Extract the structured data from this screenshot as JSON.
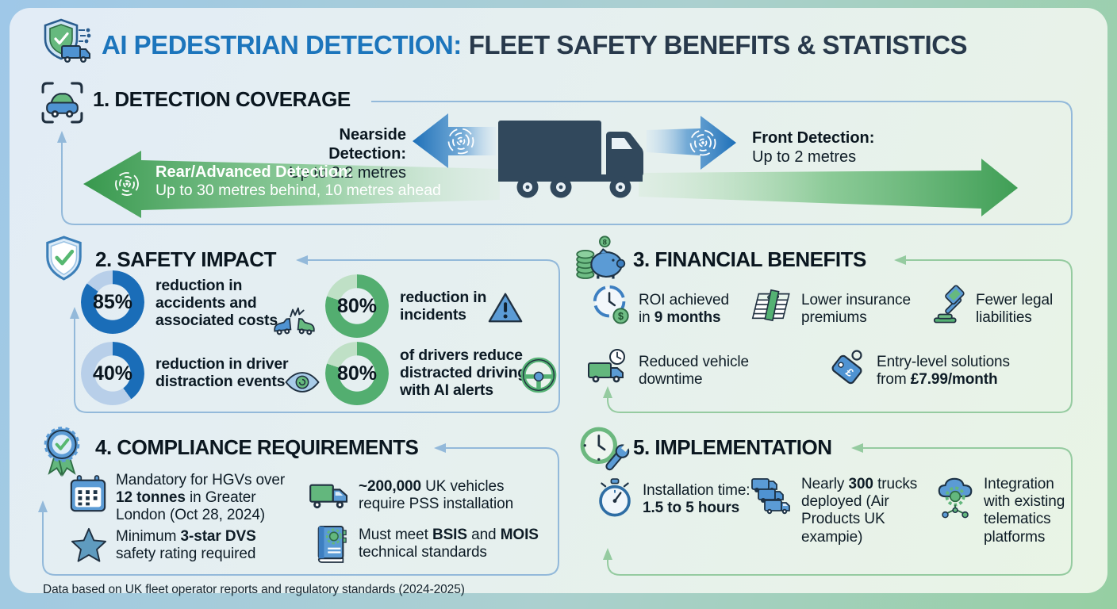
{
  "colors": {
    "accent_blue": "#1c75bc",
    "dark_navy": "#28394b",
    "truck_silhouette": "#31485c",
    "arrow_blue": "#1d6fb8",
    "arrow_green": "#3f9e55",
    "connector_blue": "#93b9da",
    "connector_green": "#95cba0"
  },
  "header": {
    "title_blue": "AI PEDESTRIAN DETECTION:",
    "title_dark": "FLEET SAFETY BENEFITS & STATISTICS"
  },
  "detection": {
    "title": "1. DETECTION COVERAGE",
    "nearside_label": "Nearside Detection:",
    "nearside_value": "Up to 2.2 metres",
    "front_label": "Front Detection:",
    "front_value": "Up to 2 metres",
    "rear_label": "Rear/Advanced Detection:",
    "rear_value": "Up to 30 metres behind, 10 metres ahead"
  },
  "safety": {
    "title": "2. SAFETY IMPACT",
    "stats": [
      {
        "value": "85%",
        "percent": 85,
        "ring_color": "#1a6db8",
        "track_color": "#b8cfe9",
        "text": "reduction in accidents and associated costs",
        "icon": "car-crash-icon"
      },
      {
        "value": "80%",
        "percent": 80,
        "ring_color": "#53ae70",
        "track_color": "#bfe0c6",
        "text": "reduction in incidents",
        "icon": "warning-icon"
      },
      {
        "value": "40%",
        "percent": 40,
        "ring_color": "#1a6db8",
        "track_color": "#b8cfe9",
        "text": "reduction in driver distraction events",
        "icon": "eye-icon"
      },
      {
        "value": "80%",
        "percent": 80,
        "ring_color": "#53ae70",
        "track_color": "#bfe0c6",
        "text": "of drivers reduce distracted driving with AI alerts",
        "icon": "steering-wheel-icon"
      }
    ]
  },
  "financial": {
    "title": "3. FINANCIAL BENEFITS",
    "items": [
      {
        "icon": "roi-clock-icon",
        "segments": [
          {
            "t": "ROI achieved in ",
            "b": false
          },
          {
            "t": "9 months",
            "b": true
          }
        ]
      },
      {
        "icon": "cash-stack-icon",
        "segments": [
          {
            "t": "Lower insurance premiums",
            "b": false
          }
        ]
      },
      {
        "icon": "gavel-icon",
        "segments": [
          {
            "t": "Fewer legal liabilities",
            "b": false
          }
        ]
      },
      {
        "icon": "truck-clock-icon",
        "segments": [
          {
            "t": "Reduced vehicle downtime",
            "b": false
          }
        ]
      },
      {
        "icon": "price-tag-icon",
        "segments": [
          {
            "t": "Entry-level solutions from ",
            "b": false
          },
          {
            "t": "£7.99/month",
            "b": true
          }
        ]
      }
    ]
  },
  "compliance": {
    "title": "4. COMPLIANCE REQUIREMENTS",
    "items": [
      {
        "icon": "calendar-icon",
        "segments": [
          {
            "t": "Mandatory for HGVs over ",
            "b": false
          },
          {
            "t": "12 tonnes",
            "b": true
          },
          {
            "t": " in Greater London (Oct 28, 2024)",
            "b": false
          }
        ]
      },
      {
        "icon": "truck-icon",
        "segments": [
          {
            "t": "~200,000",
            "b": true
          },
          {
            "t": " UK vehicles require PSS installation",
            "b": false
          }
        ]
      },
      {
        "icon": "star-icon",
        "segments": [
          {
            "t": "Minimum ",
            "b": false
          },
          {
            "t": "3-star DVS",
            "b": true
          },
          {
            "t": " safety rating required",
            "b": false
          }
        ]
      },
      {
        "icon": "book-icon",
        "segments": [
          {
            "t": "Must meet ",
            "b": false
          },
          {
            "t": "BSIS",
            "b": true
          },
          {
            "t": " and ",
            "b": false
          },
          {
            "t": "MOIS",
            "b": true
          },
          {
            "t": " technical standards",
            "b": false
          }
        ]
      }
    ]
  },
  "implementation": {
    "title": "5. IMPLEMENTATION",
    "items": [
      {
        "icon": "stopwatch-icon",
        "segments": [
          {
            "t": "Installation time: ",
            "b": false
          },
          {
            "t": "1.5 to 5 hours",
            "b": true
          }
        ]
      },
      {
        "icon": "truck-fleet-icon",
        "segments": [
          {
            "t": "Nearly ",
            "b": false
          },
          {
            "t": "300",
            "b": true
          },
          {
            "t": " trucks deployed (Air Products UK exampie)",
            "b": false
          }
        ]
      },
      {
        "icon": "telematics-cloud-icon",
        "segments": [
          {
            "t": "Integration with existing telematics platforms",
            "b": false
          }
        ]
      }
    ]
  },
  "footer": {
    "note": "Data based on UK fleet operator reports and regulatory standards (2024-2025)"
  }
}
